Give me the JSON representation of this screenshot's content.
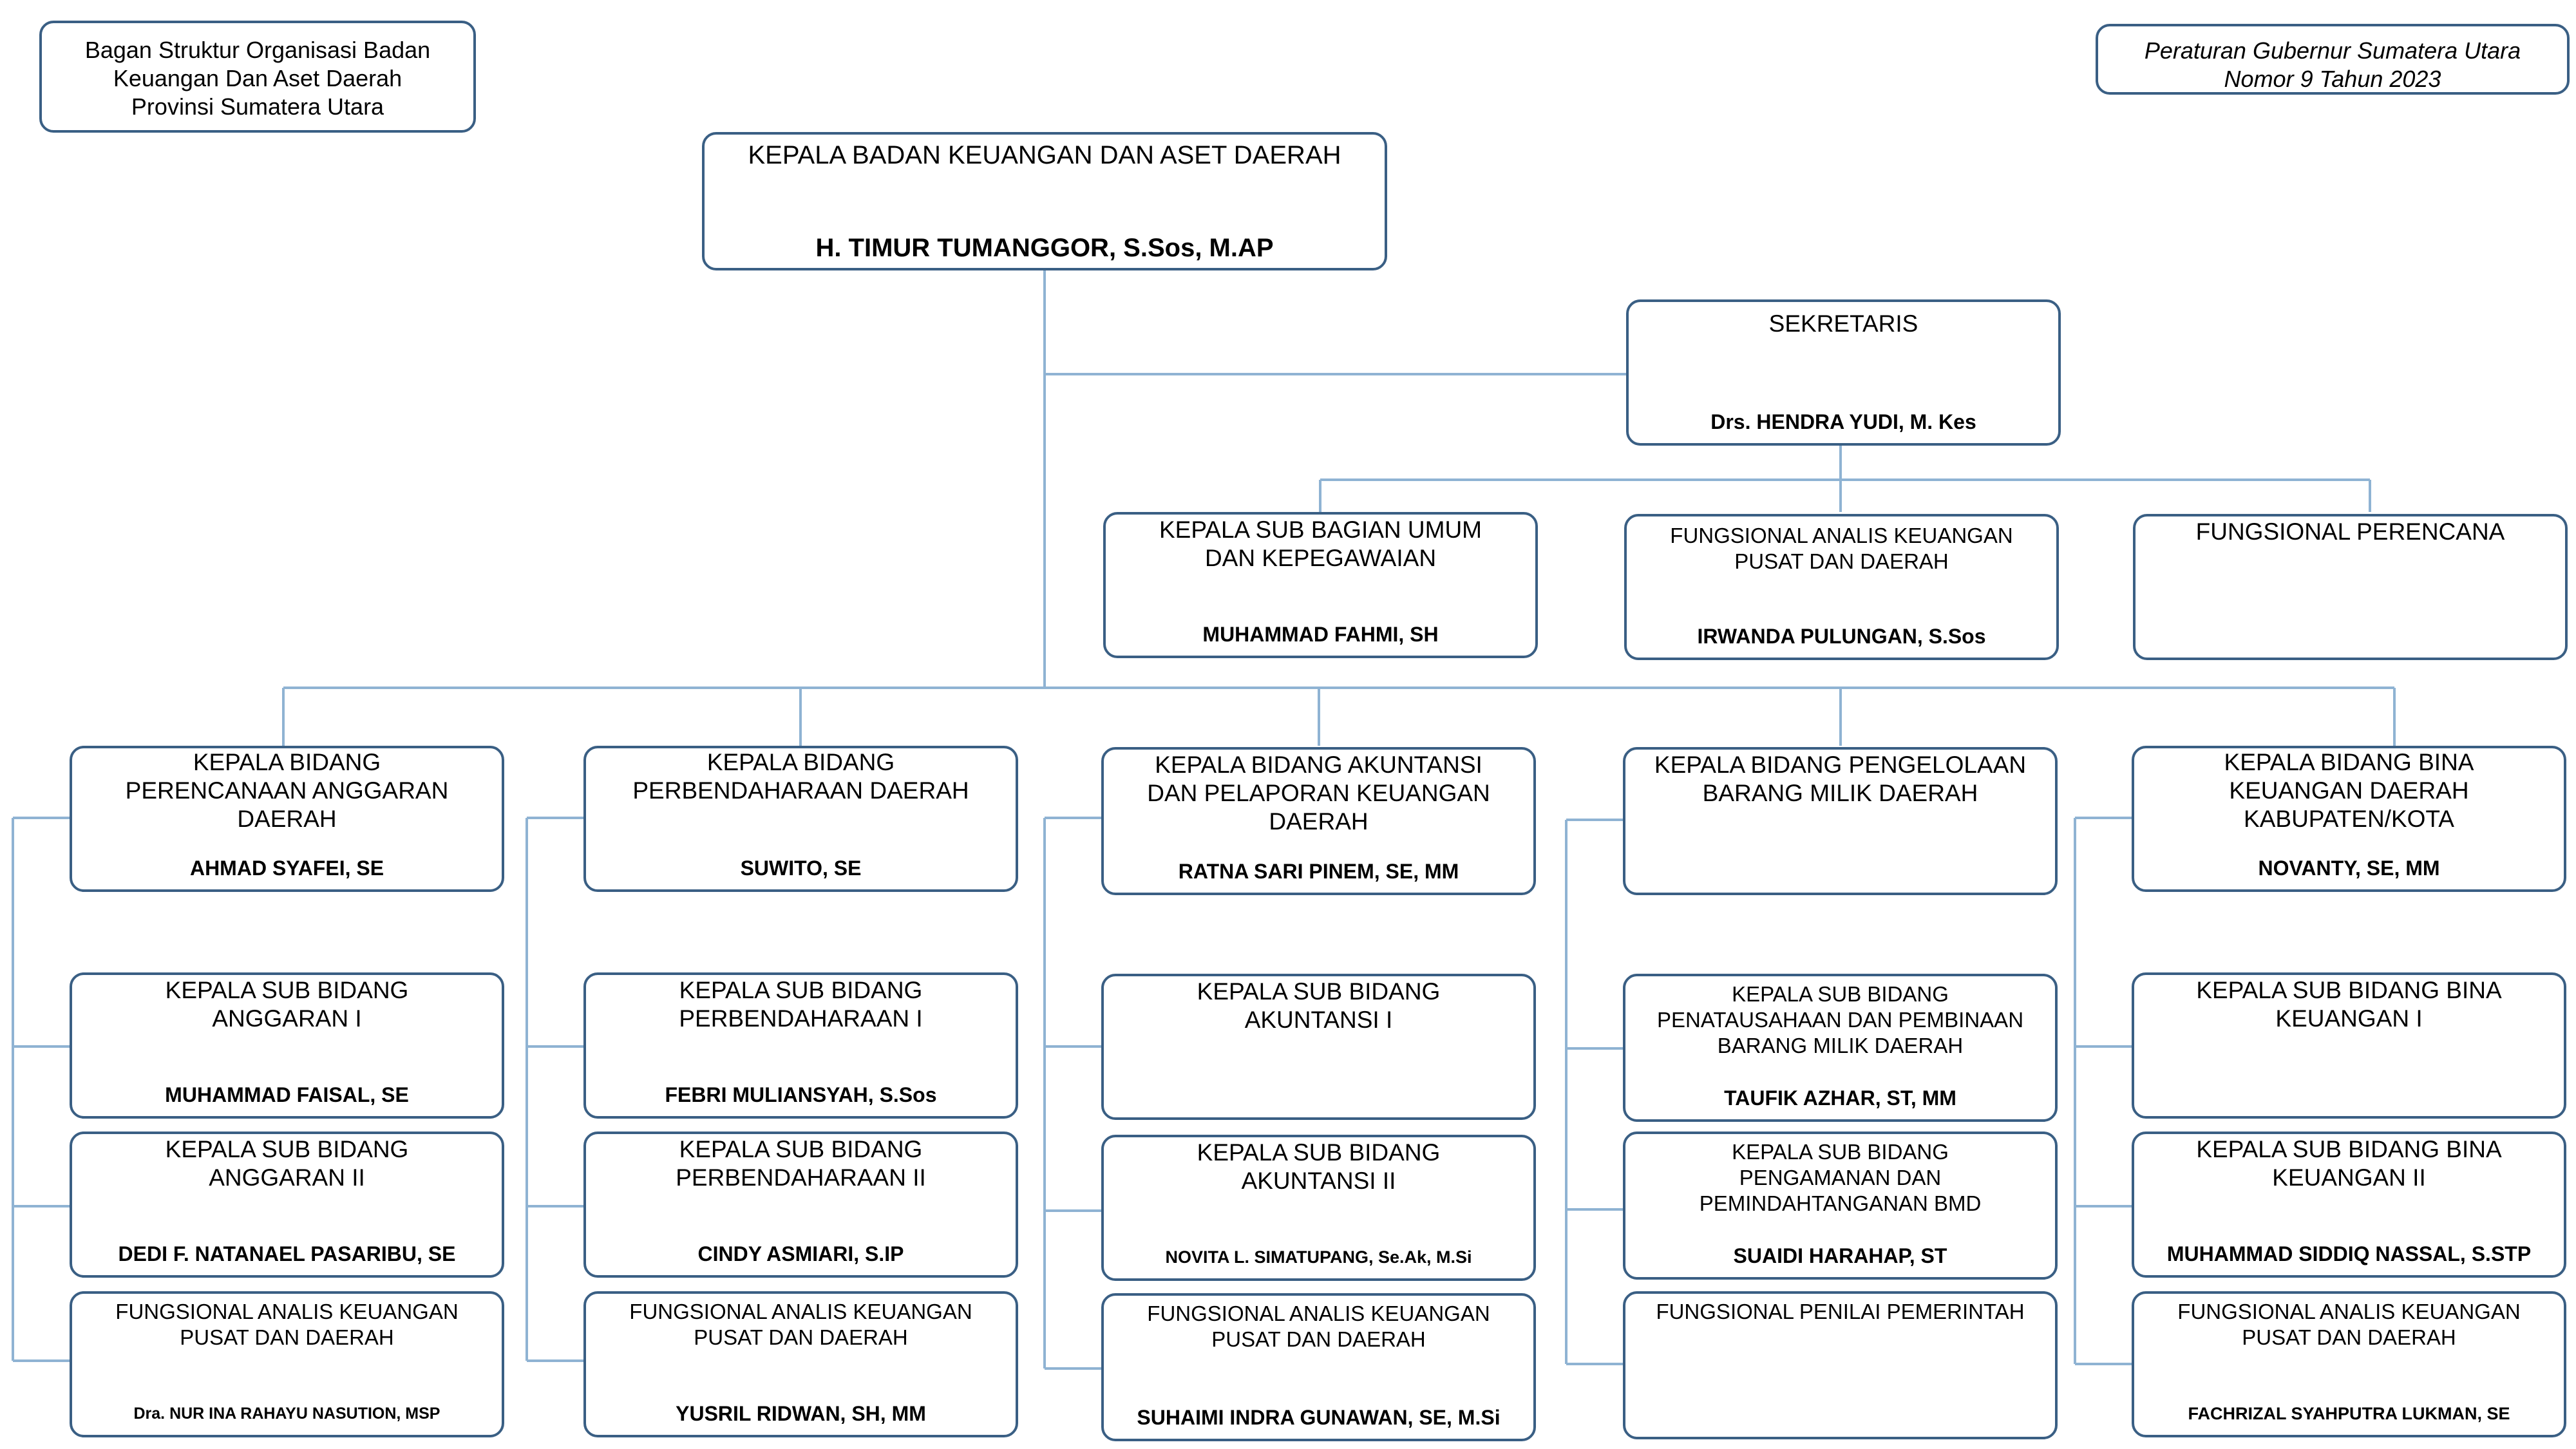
{
  "header": {
    "left_note": "Bagan Struktur Organisasi Badan\nKeuangan Dan Aset Daerah\nProvinsi Sumatera Utara",
    "right_note": "Peraturan Gubernur Sumatera Utara\nNomor 9 Tahun 2023"
  },
  "head": {
    "title": "KEPALA BADAN KEUANGAN DAN ASET DAERAH",
    "name": "H. TIMUR TUMANGGOR, S.Sos, M.AP"
  },
  "secretary": {
    "title": "SEKRETARIS",
    "name": "Drs. HENDRA YUDI, M. Kes"
  },
  "secretariat": [
    {
      "title": "KEPALA SUB BAGIAN UMUM\nDAN KEPEGAWAIAN",
      "name": "MUHAMMAD FAHMI, SH"
    },
    {
      "title": "FUNGSIONAL ANALIS KEUANGAN\nPUSAT DAN DAERAH",
      "name": "IRWANDA PULUNGAN, S.Sos"
    },
    {
      "title": "FUNGSIONAL PERENCANA",
      "name": ""
    }
  ],
  "divisions": [
    {
      "title": "KEPALA BIDANG\nPERENCANAAN ANGGARAN\nDAERAH",
      "name": "AHMAD SYAFEI, SE",
      "units": [
        {
          "title": "KEPALA SUB BIDANG\nANGGARAN I",
          "name": "MUHAMMAD FAISAL, SE"
        },
        {
          "title": "KEPALA SUB BIDANG\nANGGARAN II",
          "name": "DEDI F. NATANAEL PASARIBU, SE"
        },
        {
          "title": "FUNGSIONAL ANALIS KEUANGAN\nPUSAT DAN DAERAH",
          "name": "Dra. NUR INA RAHAYU NASUTION, MSP"
        }
      ]
    },
    {
      "title": "KEPALA BIDANG\nPERBENDAHARAAN DAERAH",
      "name": "SUWITO, SE",
      "units": [
        {
          "title": "KEPALA SUB BIDANG\nPERBENDAHARAAN I",
          "name": "FEBRI MULIANSYAH, S.Sos"
        },
        {
          "title": "KEPALA SUB BIDANG\nPERBENDAHARAAN II",
          "name": "CINDY ASMIARI, S.IP"
        },
        {
          "title": "FUNGSIONAL ANALIS KEUANGAN\nPUSAT DAN DAERAH",
          "name": "YUSRIL RIDWAN, SH, MM"
        }
      ]
    },
    {
      "title": "KEPALA BIDANG AKUNTANSI\nDAN PELAPORAN KEUANGAN\nDAERAH",
      "name": "RATNA SARI PINEM, SE, MM",
      "units": [
        {
          "title": "KEPALA SUB BIDANG\nAKUNTANSI I",
          "name": ""
        },
        {
          "title": "KEPALA SUB BIDANG\nAKUNTANSI II",
          "name": "NOVITA L. SIMATUPANG, Se.Ak, M.Si"
        },
        {
          "title": "FUNGSIONAL ANALIS KEUANGAN\nPUSAT DAN DAERAH",
          "name": "SUHAIMI INDRA GUNAWAN, SE, M.Si"
        }
      ]
    },
    {
      "title": "KEPALA BIDANG PENGELOLAAN\nBARANG MILIK DAERAH",
      "name": "",
      "units": [
        {
          "title": "KEPALA SUB BIDANG\nPENATAUSAHAAN DAN PEMBINAAN\nBARANG MILIK DAERAH",
          "name": "TAUFIK AZHAR, ST, MM"
        },
        {
          "title": "KEPALA SUB BIDANG\nPENGAMANAN DAN\nPEMINDAHTANGANAN BMD",
          "name": "SUAIDI HARAHAP, ST"
        },
        {
          "title": "FUNGSIONAL PENILAI PEMERINTAH",
          "name": ""
        }
      ]
    },
    {
      "title": "KEPALA BIDANG BINA\nKEUANGAN DAERAH\nKABUPATEN/KOTA",
      "name": "NOVANTY, SE, MM",
      "units": [
        {
          "title": "KEPALA SUB BIDANG BINA\nKEUANGAN I",
          "name": ""
        },
        {
          "title": "KEPALA SUB BIDANG BINA\nKEUANGAN II",
          "name": "MUHAMMAD SIDDIQ NASSAL, S.STP"
        },
        {
          "title": "FUNGSIONAL ANALIS KEUANGAN\nPUSAT DAN DAERAH",
          "name": "FACHRIZAL SYAHPUTRA LUKMAN, SE"
        }
      ]
    }
  ]
}
